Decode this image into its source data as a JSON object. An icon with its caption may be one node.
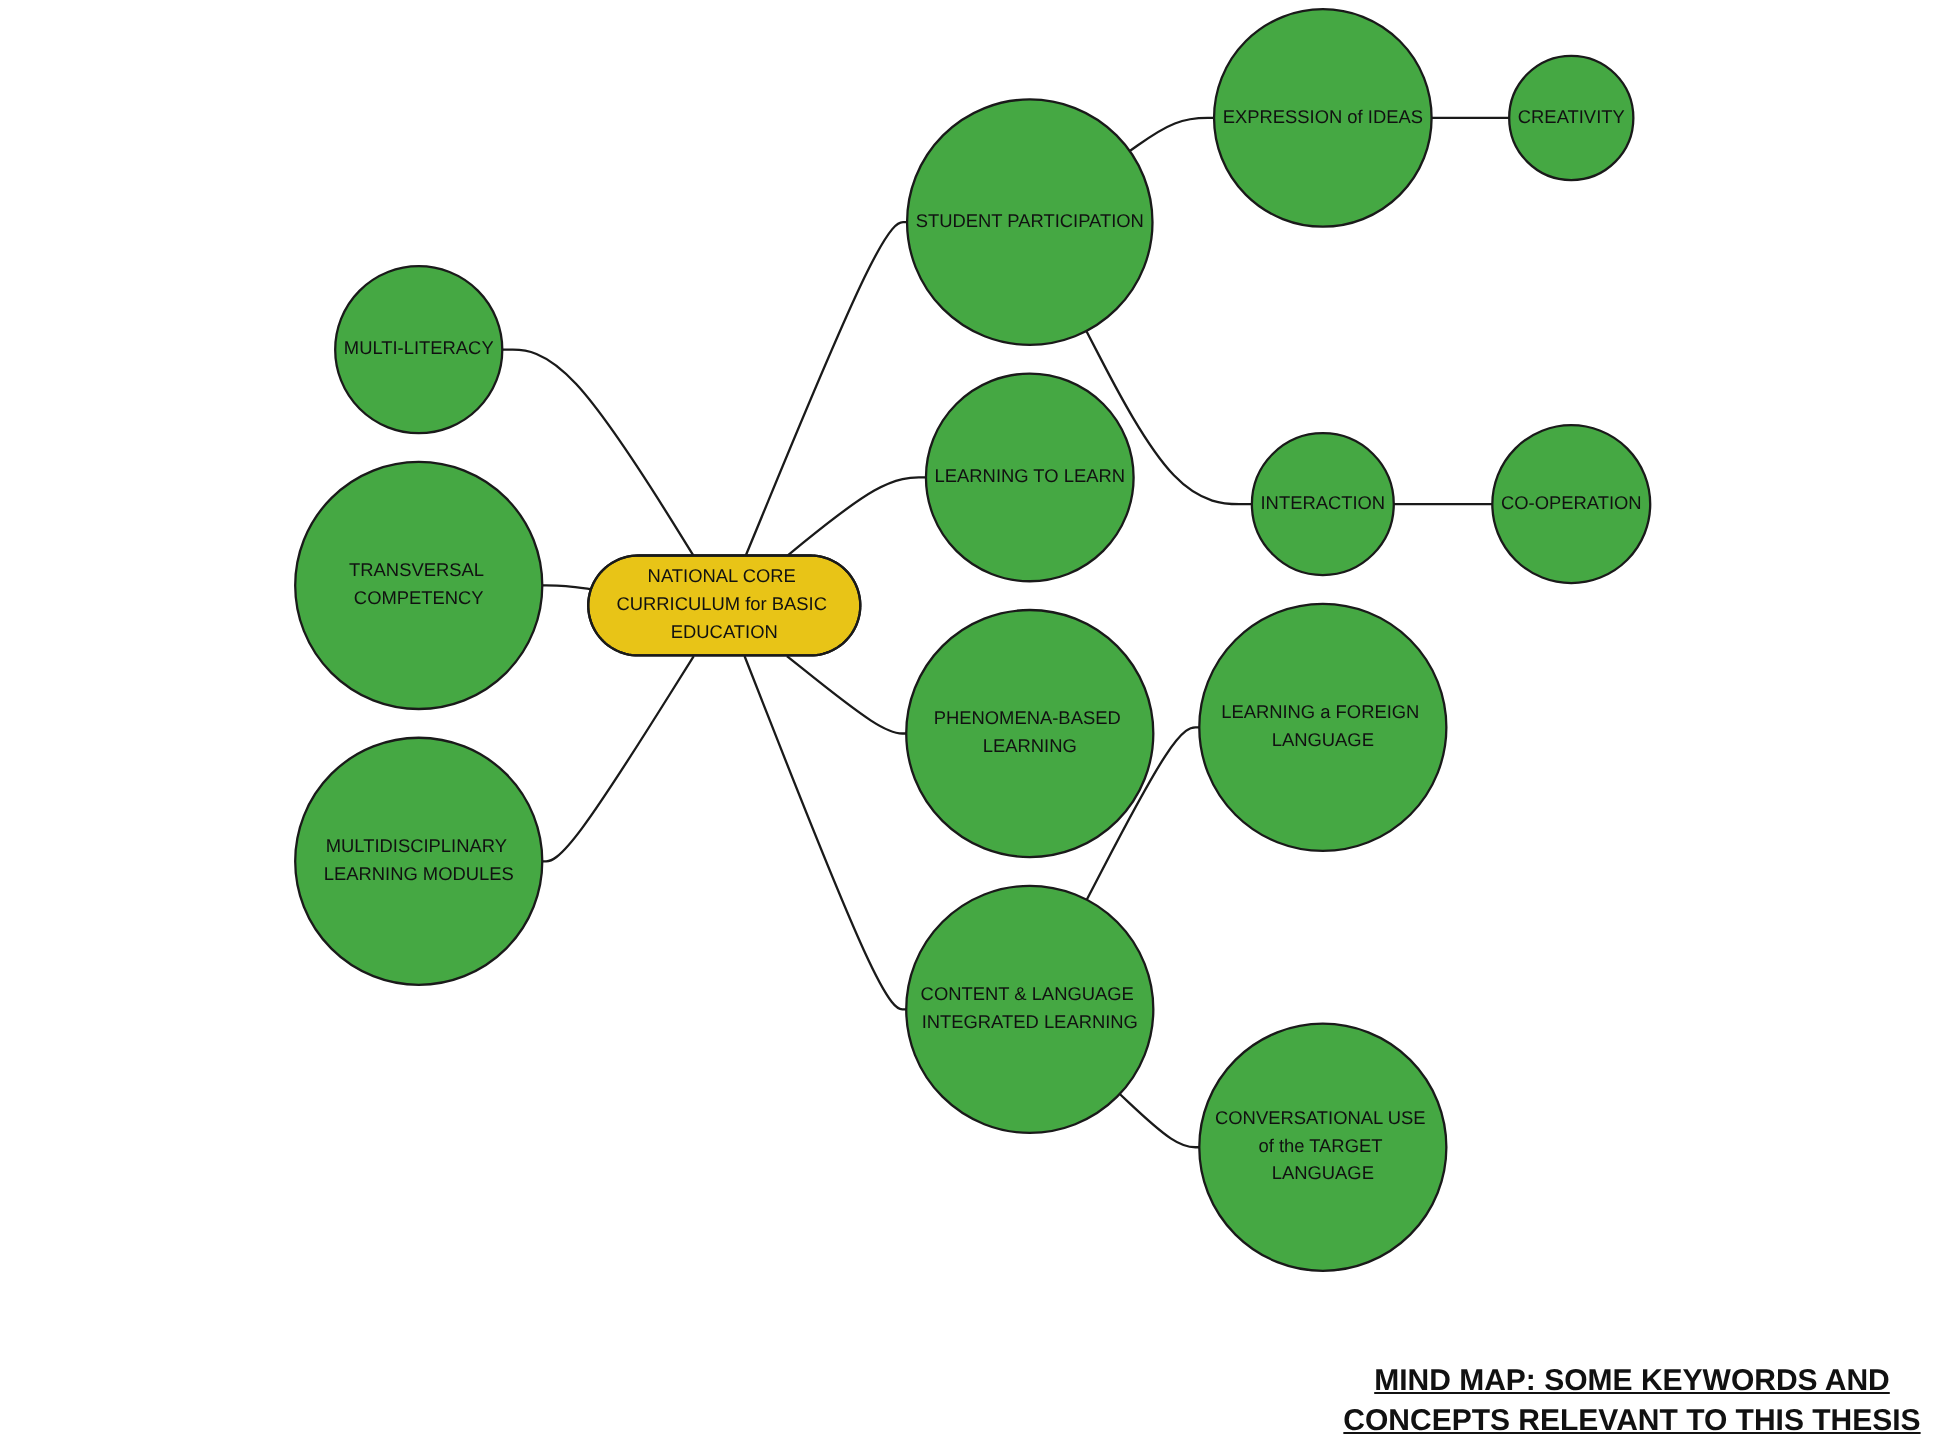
{
  "diagram": {
    "caption": "MIND MAP: SOME KEYWORDS AND CONCEPTS RELEVANT TO THIS THESIS",
    "nodes": [
      {
        "text": [
          "NATIONAL CORE CURRICULUM for BASIC EDUCATION"
        ]
      },
      {
        "text": [
          "CREATIVITY"
        ]
      },
      {
        "text": [
          "EXPRESSION of IDEAS"
        ]
      },
      {
        "text": [
          "CO-OPERATION"
        ]
      },
      {
        "text": [
          "INTERACTION"
        ]
      },
      {
        "text": [
          "STUDENT PARTICIPATION"
        ]
      },
      {
        "text": [
          "MULTI-LITERACY"
        ]
      },
      {
        "text": [
          "LEARNING TO LEARN"
        ]
      },
      {
        "text": [
          "TRANSVERSAL COMPETENCY"
        ]
      },
      {
        "text": [
          "MULTIDISCIPLINARY LEARNING MODULES"
        ]
      },
      {
        "text": [
          "PHENOMENA-BASED LEARNING"
        ]
      },
      {
        "text": [
          "CONTENT & LANGUAGE INTEGRATED LEARNING"
        ]
      },
      {
        "text": [
          "LEARNING a FOREIGN LANGUAGE"
        ]
      },
      {
        "text": [
          "CONVERSATIONAL USE of the TARGET LANGUAGE"
        ]
      }
    ],
    "edges": [
      {
        "from": 6,
        "to": 0,
        "arrow": "none"
      },
      {
        "from": 8,
        "to": 0,
        "arrow": "none"
      },
      {
        "from": 9,
        "to": 0,
        "arrow": "none"
      },
      {
        "from": 0,
        "to": 5,
        "arrow": "none"
      },
      {
        "from": 0,
        "to": 7,
        "arrow": "none"
      },
      {
        "from": 0,
        "to": 10,
        "arrow": "none"
      },
      {
        "from": 0,
        "to": 11,
        "arrow": "none"
      },
      {
        "from": 5,
        "to": 2,
        "arrow": "none"
      },
      {
        "from": 2,
        "to": 1,
        "arrow": "none"
      },
      {
        "from": 5,
        "to": 4,
        "arrow": "none"
      },
      {
        "from": 4,
        "to": 3,
        "arrow": "none"
      },
      {
        "from": 11,
        "to": 12,
        "arrow": "none"
      },
      {
        "from": 11,
        "to": 13,
        "arrow": "none"
      }
    ]
  }
}
